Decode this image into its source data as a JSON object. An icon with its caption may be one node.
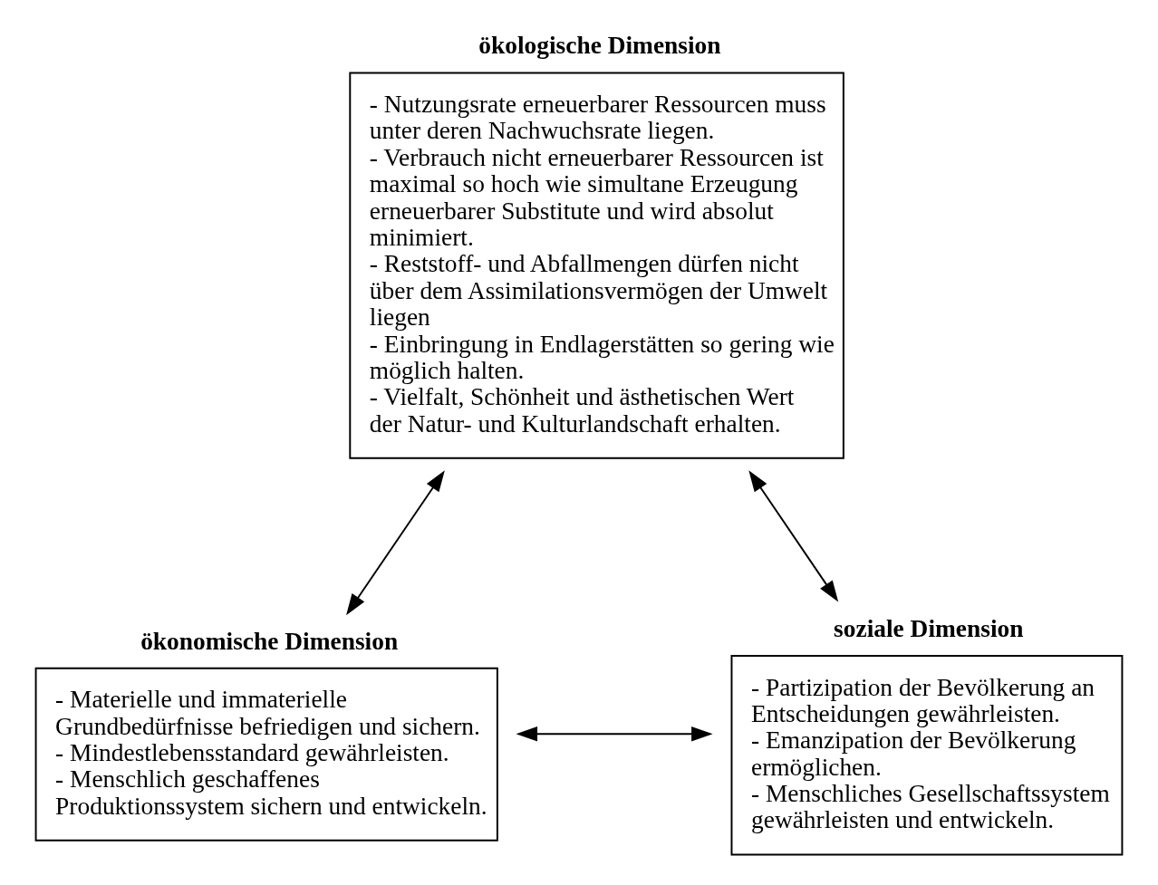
{
  "diagram": {
    "nodes": [
      {
        "text": [
          "ökologische Dimension",
          "- Nutzungsrate erneuerbarer Ressourcen muss unter deren Nachwuchsrate liegen.",
          "- Verbrauch nicht erneuerbarer Ressourcen ist maximal so hoch wie simultane Erzeugung erneuerbarer Substitute und wird absolut minimiert.",
          "- Reststoff- und Abfallmengen dürfen nicht über dem Assimilationsvermögen der Umwelt liegen",
          "- Einbringung in Endlagerstätten so gering wie möglich halten.",
          "- Vielfalt, Schönheit und ästhetischen Wert der Natur- und Kulturlandschaft erhalten."
        ]
      },
      {
        "text": [
          "ökonomische Dimension",
          "- Materielle und immaterielle Grundbedürfnisse befriedigen und sichern.",
          "- Mindestlebensstandard gewährleisten.",
          "- Menschlich geschaffenes Produktionssystem sichern und entwickeln."
        ]
      },
      {
        "text": [
          "soziale Dimension",
          "- Partizipation der Bevölkerung an Entscheidungen gewährleisten.",
          "- Emanzipation der Bevölkerung ermöglichen.",
          "- Menschliches Gesellschaftssystem gewährleisten und entwickeln."
        ]
      }
    ],
    "edges": [
      {
        "from": 0,
        "to": 1,
        "arrow": "both"
      },
      {
        "from": 0,
        "to": 2,
        "arrow": "both"
      },
      {
        "from": 1,
        "to": 2,
        "arrow": "both"
      }
    ]
  }
}
